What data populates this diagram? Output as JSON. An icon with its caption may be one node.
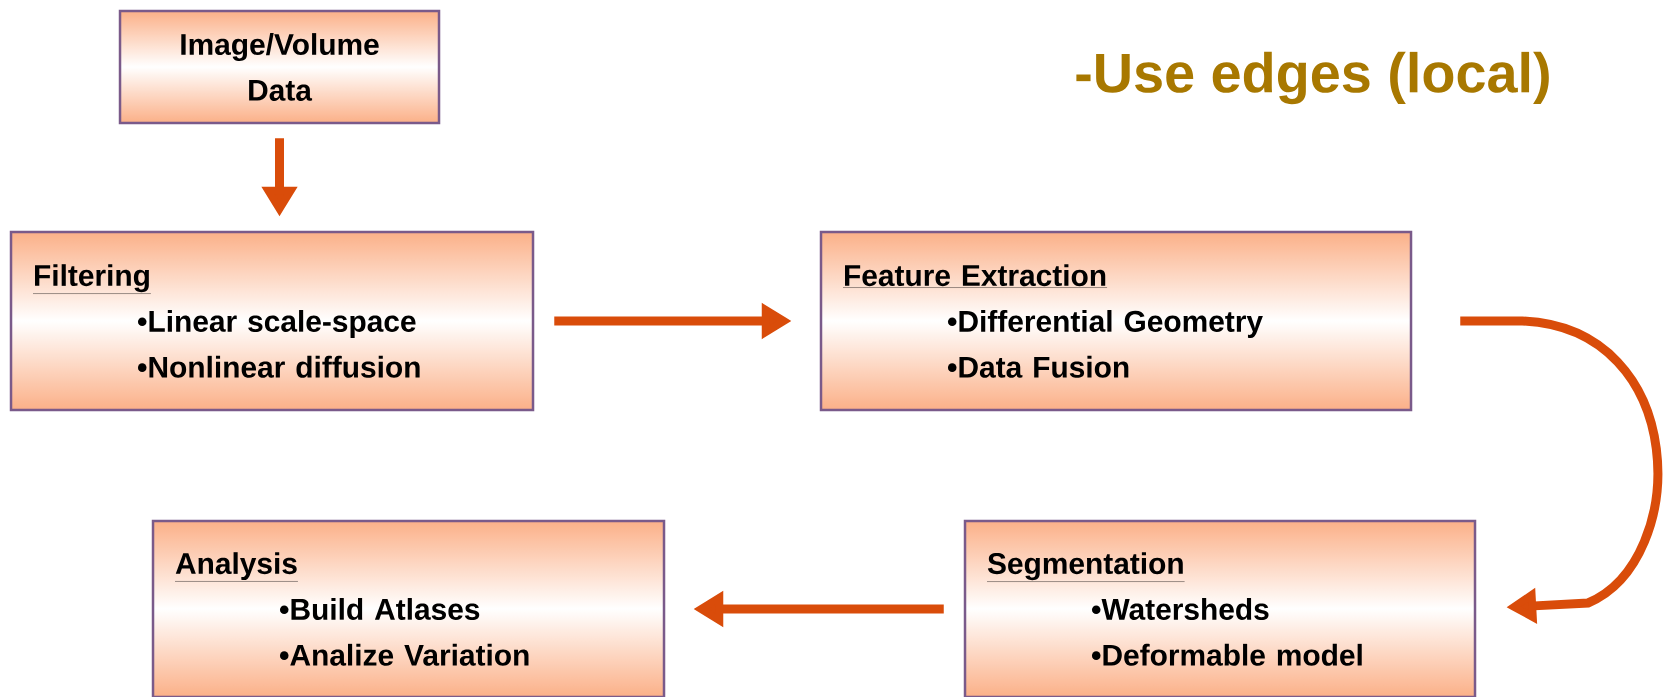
{
  "diagram": {
    "nodes": [
      {
        "text": [
          "Image/Volume Data"
        ]
      },
      {
        "text": [
          "Filtering",
          "•Linear scale-space",
          "•Nonlinear diffusion"
        ]
      },
      {
        "text": [
          "Feature Extraction",
          "•Differential Geometry",
          "•Data Fusion"
        ]
      },
      {
        "text": [
          "Segmentation",
          "•Watersheds",
          "•Deformable model"
        ]
      },
      {
        "text": [
          "Analysis",
          "•Build Atlases",
          "•Analize Variation"
        ]
      }
    ],
    "edges": [
      {
        "from": 0,
        "to": 1,
        "arrow": "to"
      },
      {
        "from": 1,
        "to": 2,
        "arrow": "to"
      },
      {
        "from": 2,
        "to": 3,
        "arrow": "to"
      },
      {
        "from": 3,
        "to": 4,
        "arrow": "to"
      }
    ],
    "labels": [
      "-Use edges (local)"
    ]
  }
}
